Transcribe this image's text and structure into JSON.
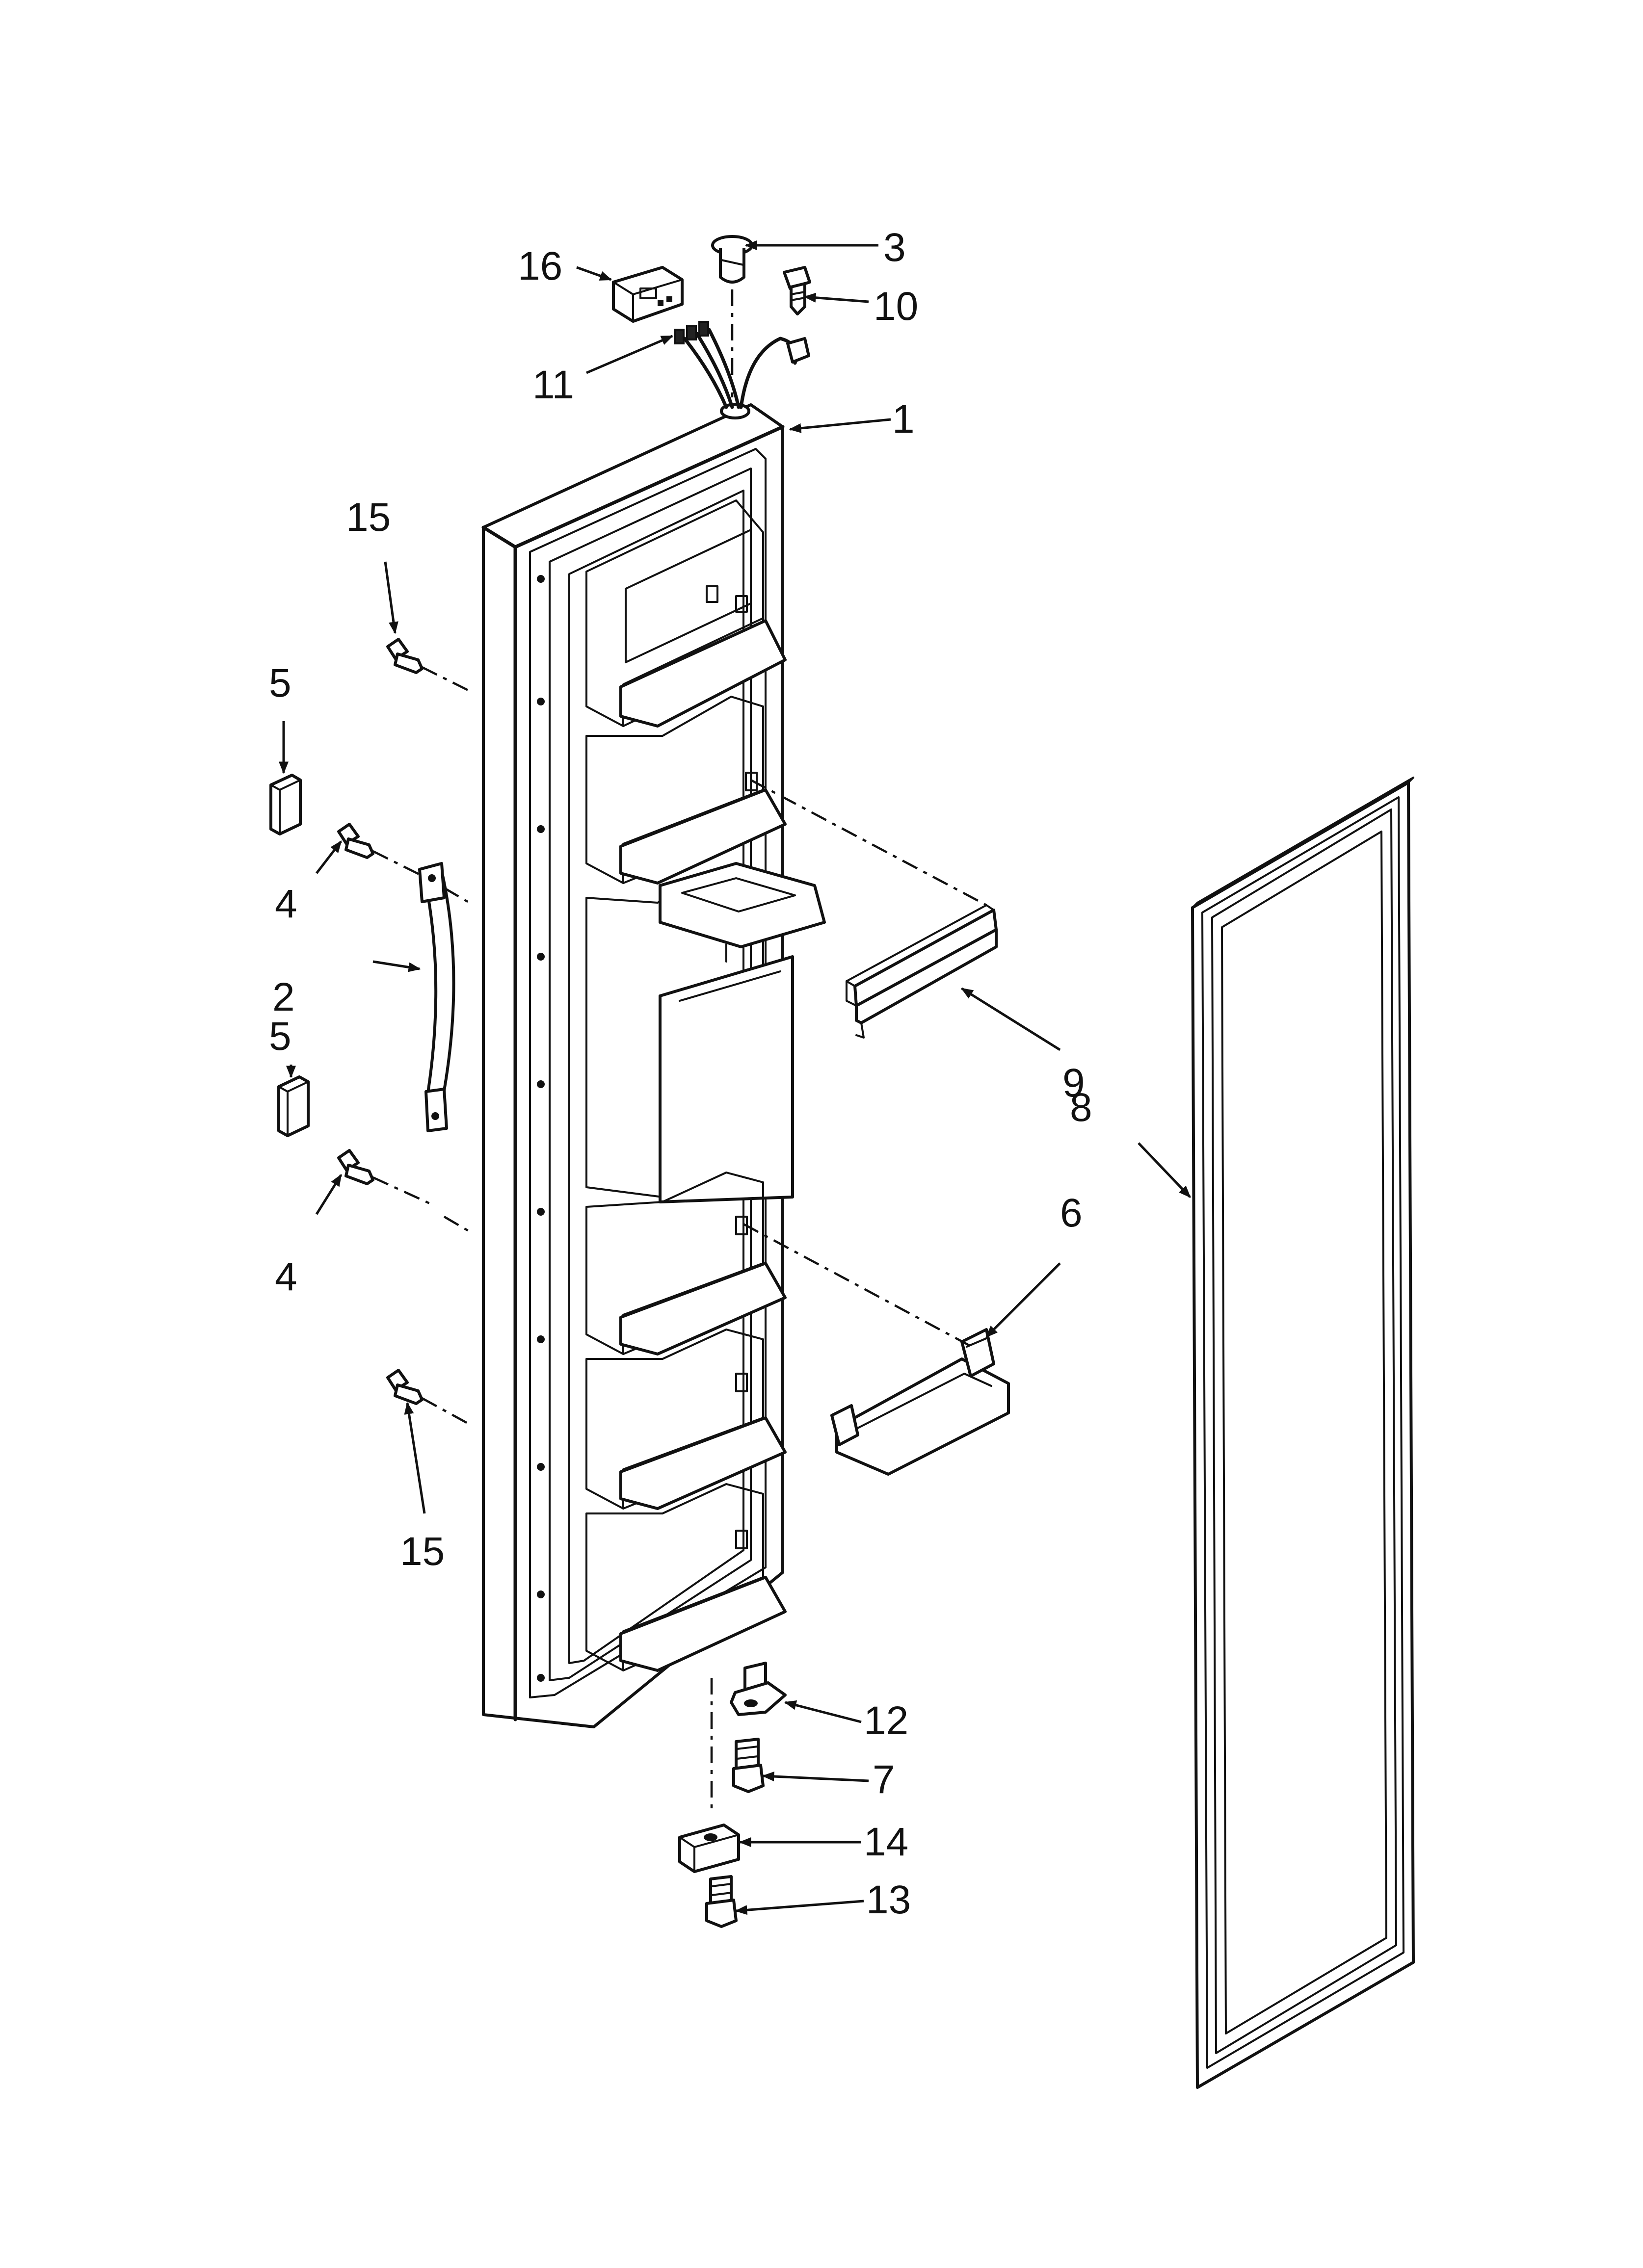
{
  "callouts": [
    {
      "id": "c1",
      "label": "1"
    },
    {
      "id": "c2",
      "label": "2"
    },
    {
      "id": "c3",
      "label": "3"
    },
    {
      "id": "c4a",
      "label": "4"
    },
    {
      "id": "c4b",
      "label": "4"
    },
    {
      "id": "c5a",
      "label": "5"
    },
    {
      "id": "c5b",
      "label": "5"
    },
    {
      "id": "c6",
      "label": "6"
    },
    {
      "id": "c7",
      "label": "7"
    },
    {
      "id": "c8",
      "label": "8"
    },
    {
      "id": "c9",
      "label": "9"
    },
    {
      "id": "c10",
      "label": "10"
    },
    {
      "id": "c11",
      "label": "11"
    },
    {
      "id": "c12",
      "label": "12"
    },
    {
      "id": "c13",
      "label": "13"
    },
    {
      "id": "c14",
      "label": "14"
    },
    {
      "id": "c15a",
      "label": "15"
    },
    {
      "id": "c15b",
      "label": "15"
    },
    {
      "id": "c16",
      "label": "16"
    }
  ]
}
